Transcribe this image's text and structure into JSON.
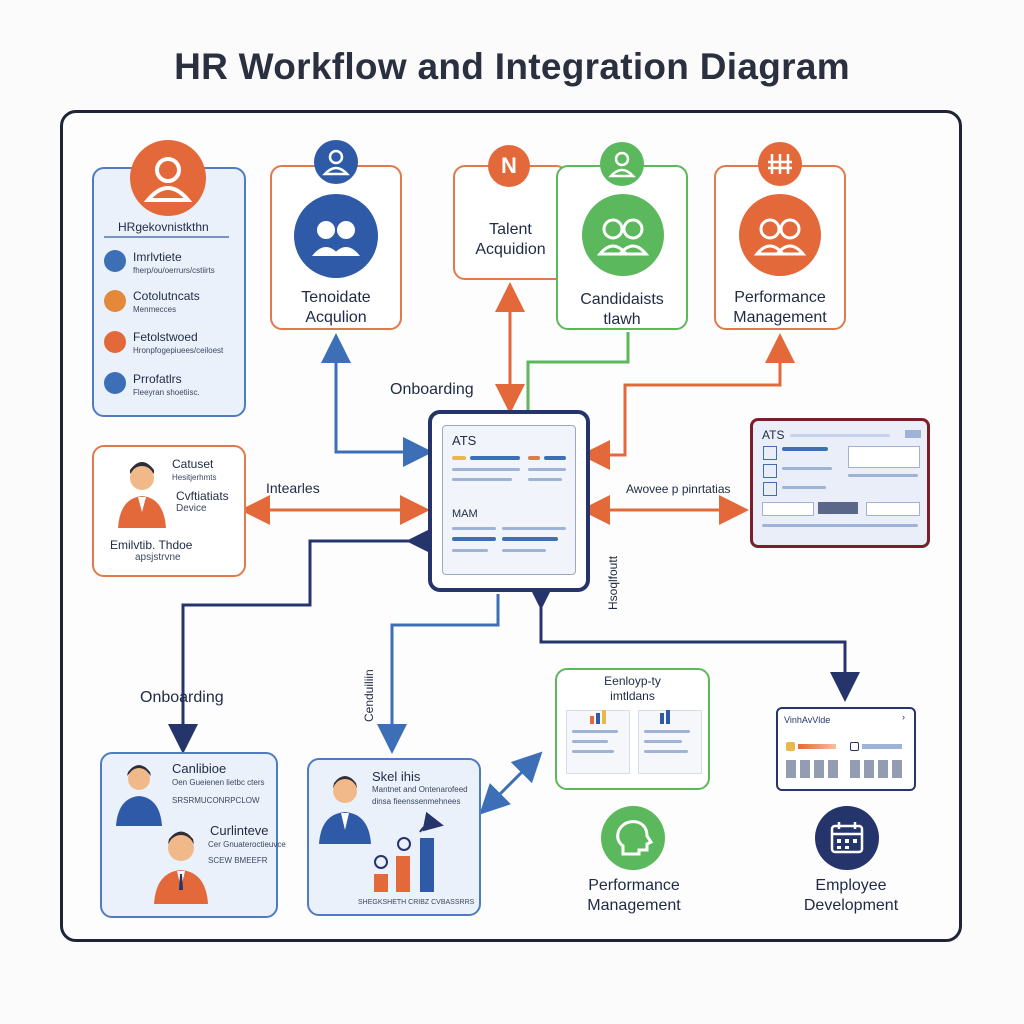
{
  "title": "HR Workflow and Integration Diagram",
  "hr_panel": {
    "heading": "HRgekovnistkthn",
    "items": [
      {
        "title": "Imrlvtiete",
        "sub": "fherp/ou/oerrurs/cstiirts"
      },
      {
        "title": "Cotolutncats",
        "sub": "Menmecces"
      },
      {
        "title": "Fetolstwoed",
        "sub": "Hronpfogepiuees/ceiloest"
      },
      {
        "title": "Prrofatlrs",
        "sub": "Fleeyran shoetiisc."
      }
    ]
  },
  "candidate_acq_card": {
    "label_line1": "Tenoidate",
    "label_line2": "Acqulion"
  },
  "talent_card": {
    "badge": "N",
    "label_line1": "Talent",
    "label_line2": "Acquidion"
  },
  "candidates_health_card": {
    "label_line1": "Candidaists",
    "label_line2": "tlawh"
  },
  "performance_top_card": {
    "label_line1": "Performance",
    "label_line2": "Management"
  },
  "left_mid_card": {
    "l1": "Catuset",
    "l2": "Hesitjerhmts",
    "l3": "Cvftiatiats",
    "l4": "Device",
    "l5": "Emilvtib. Thdoe",
    "l6": "apsjstrvne"
  },
  "ats_center": {
    "title": "ATS",
    "sub": "MAM"
  },
  "ats_right": {
    "title": "ATS"
  },
  "arrow_labels": {
    "onboarding_top": "Onboarding",
    "integrates": "Intearles",
    "award_platforms": "Awovee p pinrtatias",
    "vertical_right": "Hsoqlfoutt",
    "onboarding_left": "Onboarding",
    "vertical_mid": "Cenduiliin"
  },
  "bottom_left_card": {
    "name1": "Canlibioe",
    "d1": "Oen Gueienen lietbc cters",
    "d1b": "SRSRMUCONRPCLOW",
    "name2": "Curlinteve",
    "d2": "Cer Gnuateroctieuvce",
    "d2b": "SCEW BMEEFR"
  },
  "bottom_mid_card": {
    "name": "Skel ihis",
    "d1": "Mantnet and Ontenarofeed",
    "d2": "dinsa fieenssenmehnees",
    "foot": "SHEGKSHETH CRIBZ CVBASSRRS"
  },
  "employee_card": {
    "label_line1": "Eenloyp-ty",
    "label_line2": "imtldans"
  },
  "performance_bottom": {
    "label_line1": "Performance",
    "label_line2": "Management"
  },
  "vinnavide_card": {
    "title": "VinhAvVlde"
  },
  "employee_dev": {
    "label_line1": "Employee",
    "label_line2": "Development"
  },
  "colors": {
    "blue": "#3d6fb7",
    "navy": "#25356b",
    "orange": "#e4693a",
    "green": "#5cb85c",
    "maroon": "#7a1f2a"
  },
  "icons": [
    "person-icon",
    "group-icon",
    "calendar-icon",
    "head-icon",
    "bar-chart-icon",
    "lock-icon"
  ]
}
